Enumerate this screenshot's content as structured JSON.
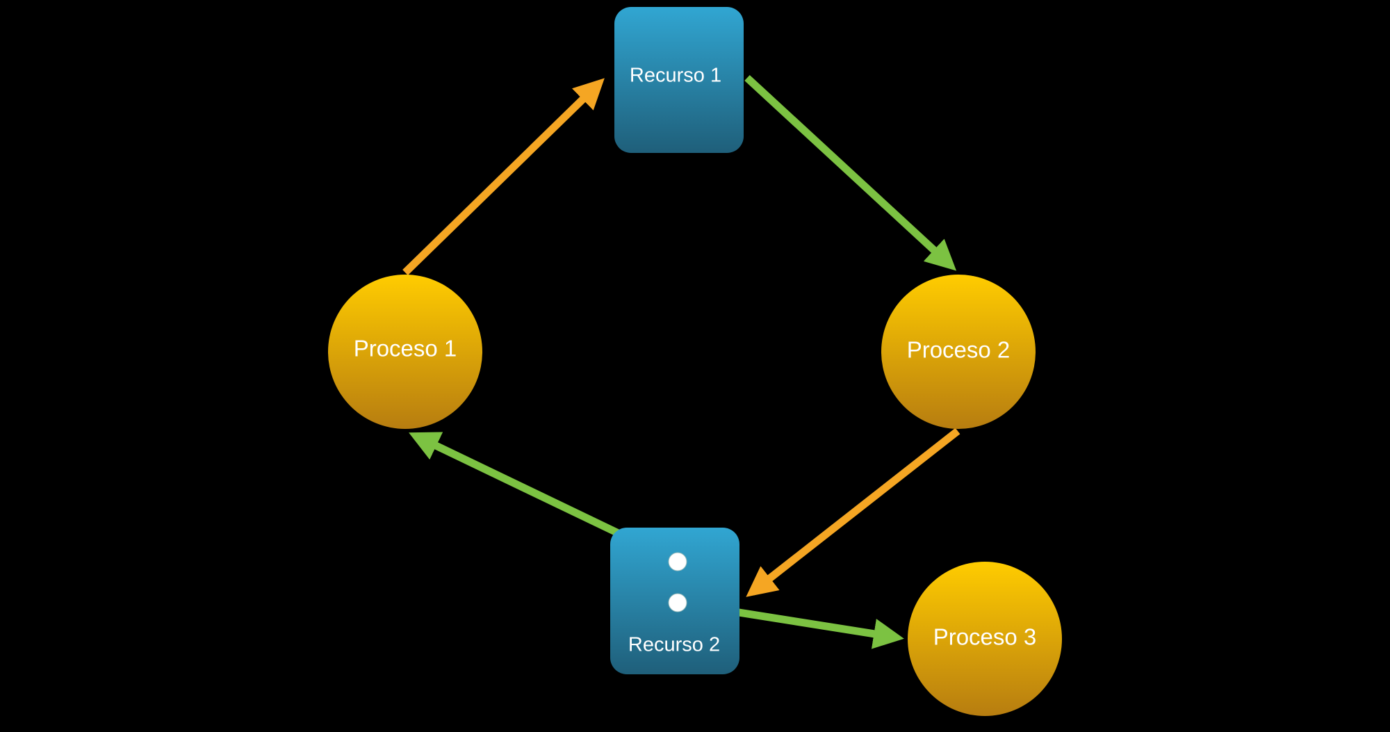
{
  "diagram": {
    "resources": [
      {
        "id": "r1",
        "label": "Recurso 1"
      },
      {
        "id": "r2",
        "label": "Recurso 2"
      }
    ],
    "processes": [
      {
        "id": "p1",
        "label": "Proceso 1"
      },
      {
        "id": "p2",
        "label": "Proceso 2"
      },
      {
        "id": "p3",
        "label": "Proceso 3"
      }
    ],
    "edges": [
      {
        "from": "Proceso 1",
        "to": "Recurso 1",
        "kind": "request",
        "color": "#f5a623"
      },
      {
        "from": "Recurso 1",
        "to": "Proceso 2",
        "kind": "assignment",
        "color": "#7cc242"
      },
      {
        "from": "Proceso 2",
        "to": "Recurso 2",
        "kind": "request",
        "color": "#f5a623"
      },
      {
        "from": "Recurso 2",
        "to": "Proceso 1",
        "kind": "assignment",
        "color": "#7cc242"
      },
      {
        "from": "Recurso 2",
        "to": "Proceso 3",
        "kind": "assignment",
        "color": "#7cc242"
      }
    ],
    "resource_instances": {
      "Recurso 1": 0,
      "Recurso 2": 2
    },
    "colors": {
      "background": "#000000",
      "resource": "#2a8cb4",
      "process": "#e3a512",
      "request_arrow": "#f5a623",
      "assignment_arrow": "#7cc242",
      "instance_dot": "#ffffff"
    }
  }
}
